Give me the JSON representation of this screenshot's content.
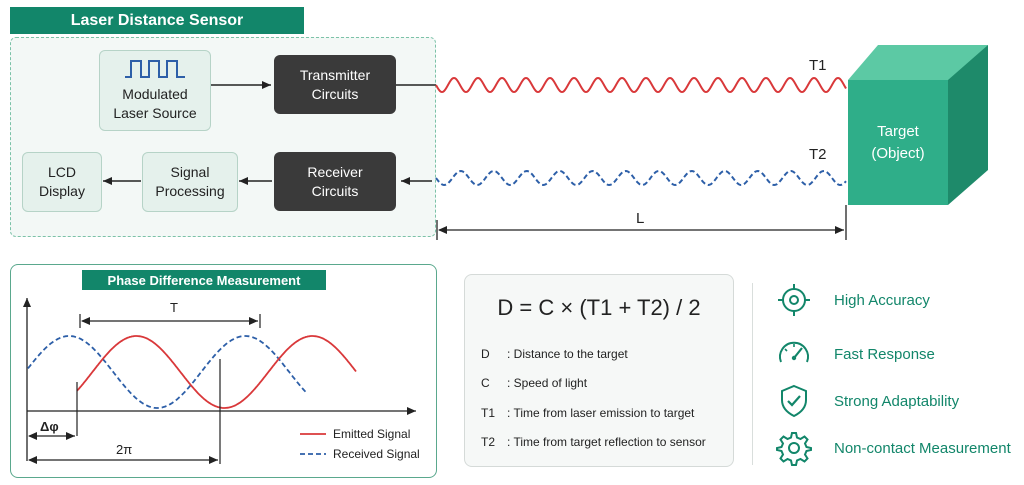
{
  "sensor": {
    "title": "Laser Distance Sensor",
    "modulated_source": "Modulated\nLaser Source",
    "transmitter": "Transmitter\nCircuits",
    "receiver": "Receiver\nCircuits",
    "signal_processing": "Signal\nProcessing",
    "lcd": "LCD\nDisplay"
  },
  "beam": {
    "t1_label": "T1",
    "t2_label": "T2",
    "distance_label": "L",
    "target_label": "Target\n(Object)",
    "emitted_color": "#d9383a",
    "received_color": "#2d5fa8"
  },
  "phase": {
    "title": "Phase Difference Measurement",
    "period_label": "T",
    "delta_label": "Δφ",
    "two_pi_label": "2π",
    "legend_emitted": "Emitted Signal",
    "legend_received": "Received Signal"
  },
  "formula": {
    "equation": "D = C × (T1 + T2) / 2",
    "definitions": [
      {
        "symbol": "D",
        "text": ": Distance to the target"
      },
      {
        "symbol": "C",
        "text": ": Speed of light"
      },
      {
        "symbol": "T1",
        "text": ": Time from laser emission to target"
      },
      {
        "symbol": "T2",
        "text": ": Time from target reflection to sensor"
      }
    ]
  },
  "features": [
    {
      "icon": "crosshair-icon",
      "label": "High Accuracy"
    },
    {
      "icon": "speedometer-icon",
      "label": "Fast Response"
    },
    {
      "icon": "shield-check-icon",
      "label": "Strong Adaptability"
    },
    {
      "icon": "gear-icon",
      "label": "Non-contact Measurement"
    }
  ],
  "colors": {
    "accent": "#12866a",
    "cube_front": "#2fae89",
    "cube_top": "#5cc9a4",
    "cube_side": "#1e8a6a"
  }
}
